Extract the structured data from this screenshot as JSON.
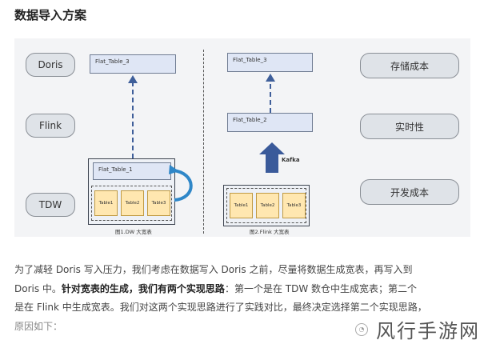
{
  "title": "数据导入方案",
  "left_labels": [
    "Doris",
    "Flink",
    "TDW"
  ],
  "right_labels": [
    "存储成本",
    "实时性",
    "开发成本"
  ],
  "dw": {
    "flat3": "Flat_Table_3",
    "flat1": "Flat_Table_1",
    "tables": [
      "Table1",
      "Table2",
      "Table3"
    ],
    "caption": "图1.DW 大宽表"
  },
  "flink": {
    "flat3": "Flat_Table_3",
    "flat2": "Flat_Table_2",
    "kafka": "Kafka",
    "tables": [
      "Table1",
      "Table2",
      "Table3"
    ],
    "caption": "图2.Flink 大宽表"
  },
  "paragraph": {
    "p1": "为了减轻 Doris 写入压力，我们考虑在数据写入 Doris 之前，尽量将数据生成宽表，再写入到",
    "p2a": "Doris 中。",
    "p2b": "针对宽表的生成，我们有两个实现思路",
    "p2c": "：第一个是在 TDW 数仓中生成宽表；第二个",
    "p3": "是在 Flink 中生成宽表。我们对这两个实现思路进行了实践对比，最终决定选择第二个实现思路，",
    "p4": "原因如下："
  },
  "watermark": {
    "text": "风行手游网"
  }
}
